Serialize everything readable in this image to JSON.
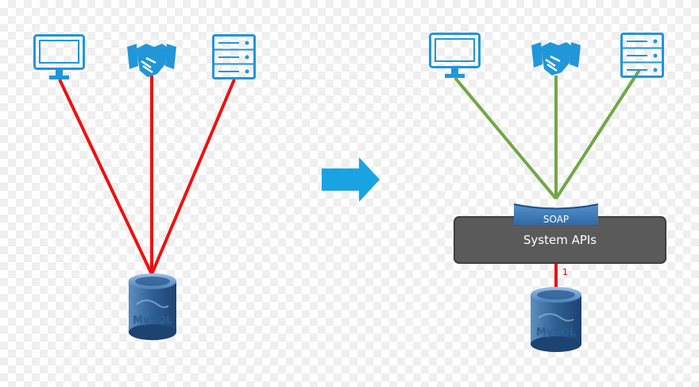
{
  "colors": {
    "icon": "#2196d9",
    "legacy_link": "#ee1111",
    "api_link": "#70a845",
    "arrow": "#1aa3e2",
    "api_layer": "#5a5a5a",
    "soap": "#3d7ab5",
    "db": "#3d6fa3"
  },
  "left": {
    "icons": [
      "desktop-icon",
      "handshake-icon",
      "server-icon"
    ],
    "database_logo": "MySQL"
  },
  "transition": {
    "icon": "right-arrow-icon"
  },
  "right": {
    "icons": [
      "desktop-icon",
      "handshake-icon",
      "server-icon"
    ],
    "soap_label": "SOAP",
    "api_layer_label": "System APIs",
    "connection_count": "1",
    "database_logo": "MySQL"
  }
}
